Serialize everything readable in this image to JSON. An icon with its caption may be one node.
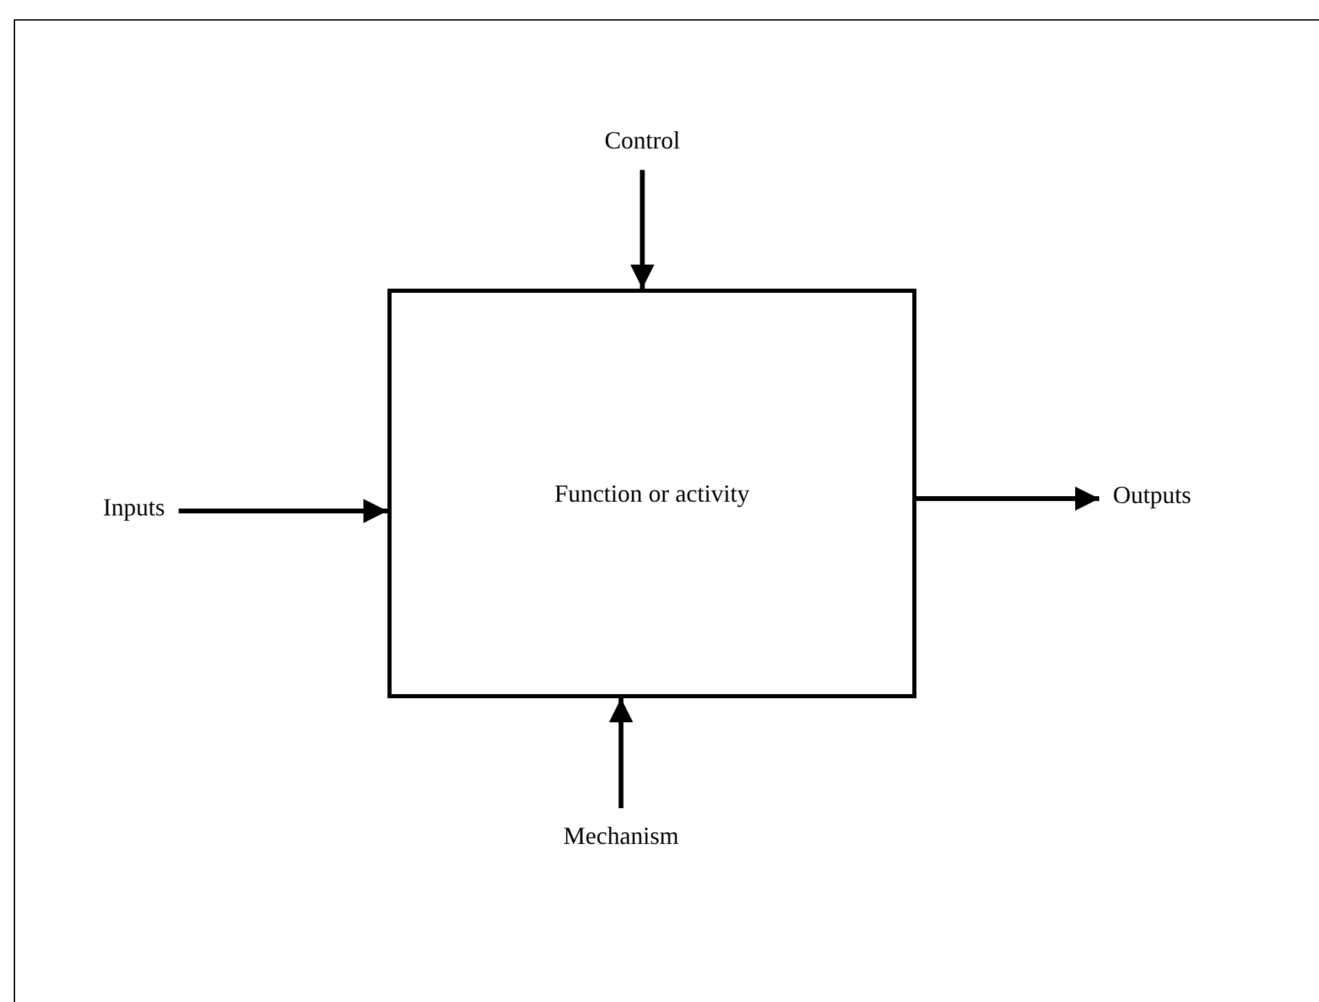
{
  "diagram": {
    "nodes": [
      {
        "text": [
          "Function or activity"
        ]
      },
      {
        "text": [
          "Control"
        ]
      },
      {
        "text": [
          "Inputs"
        ]
      },
      {
        "text": [
          "Outputs"
        ]
      },
      {
        "text": [
          "Mechanism"
        ]
      }
    ],
    "edges": [
      {
        "from": 1,
        "to": 0,
        "arrow": "to"
      },
      {
        "from": 2,
        "to": 0,
        "arrow": "to"
      },
      {
        "from": 0,
        "to": 3,
        "arrow": "to"
      },
      {
        "from": 4,
        "to": 0,
        "arrow": "to"
      }
    ]
  }
}
